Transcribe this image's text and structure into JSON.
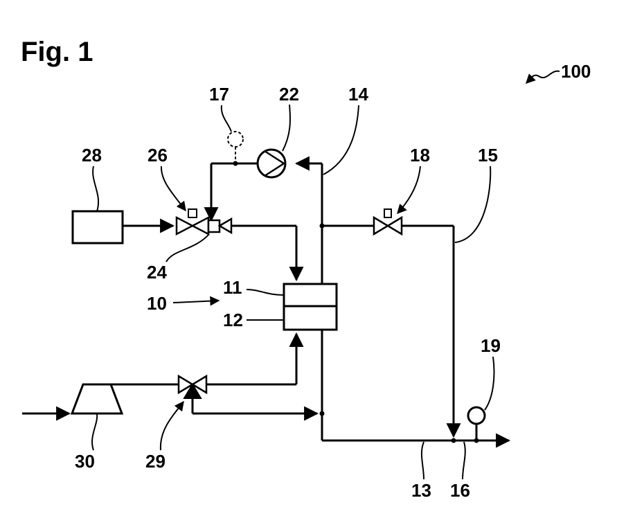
{
  "figure": {
    "title": "Fig. 1",
    "labels": {
      "system": "100",
      "fuel_cell": "10",
      "cathode": "11",
      "anode": "12",
      "exhaust_line": "13",
      "recirc_line": "14",
      "purge_line": "15",
      "outlet": "16",
      "sensor_17": "17",
      "purge_valve": "18",
      "sensor_19": "19",
      "pump": "22",
      "junction": "24",
      "valve_26": "26",
      "tank": "28",
      "valve_29": "29",
      "compressor": "30"
    }
  }
}
